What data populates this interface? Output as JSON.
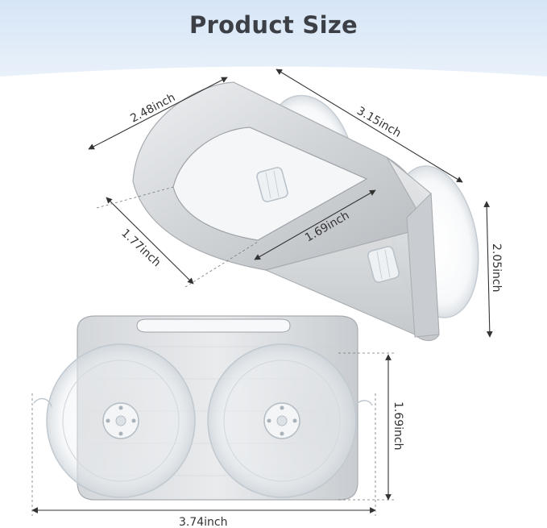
{
  "title": "Product Size",
  "dimensions": {
    "top_depth": "2.48inch",
    "top_width": "3.15inch",
    "hole_depth": "1.77inch",
    "hole_width": "1.69inch",
    "height": "2.05inch",
    "front_height": "1.69inch",
    "front_width": "3.74inch"
  },
  "colors": {
    "header_top": "#dbe8f7",
    "header_bottom": "#ffffff",
    "title_text": "#3c3f45",
    "steel_light": "#e4e6e8",
    "steel_dark": "#b3b7bb",
    "dimension_line": "#333333"
  }
}
